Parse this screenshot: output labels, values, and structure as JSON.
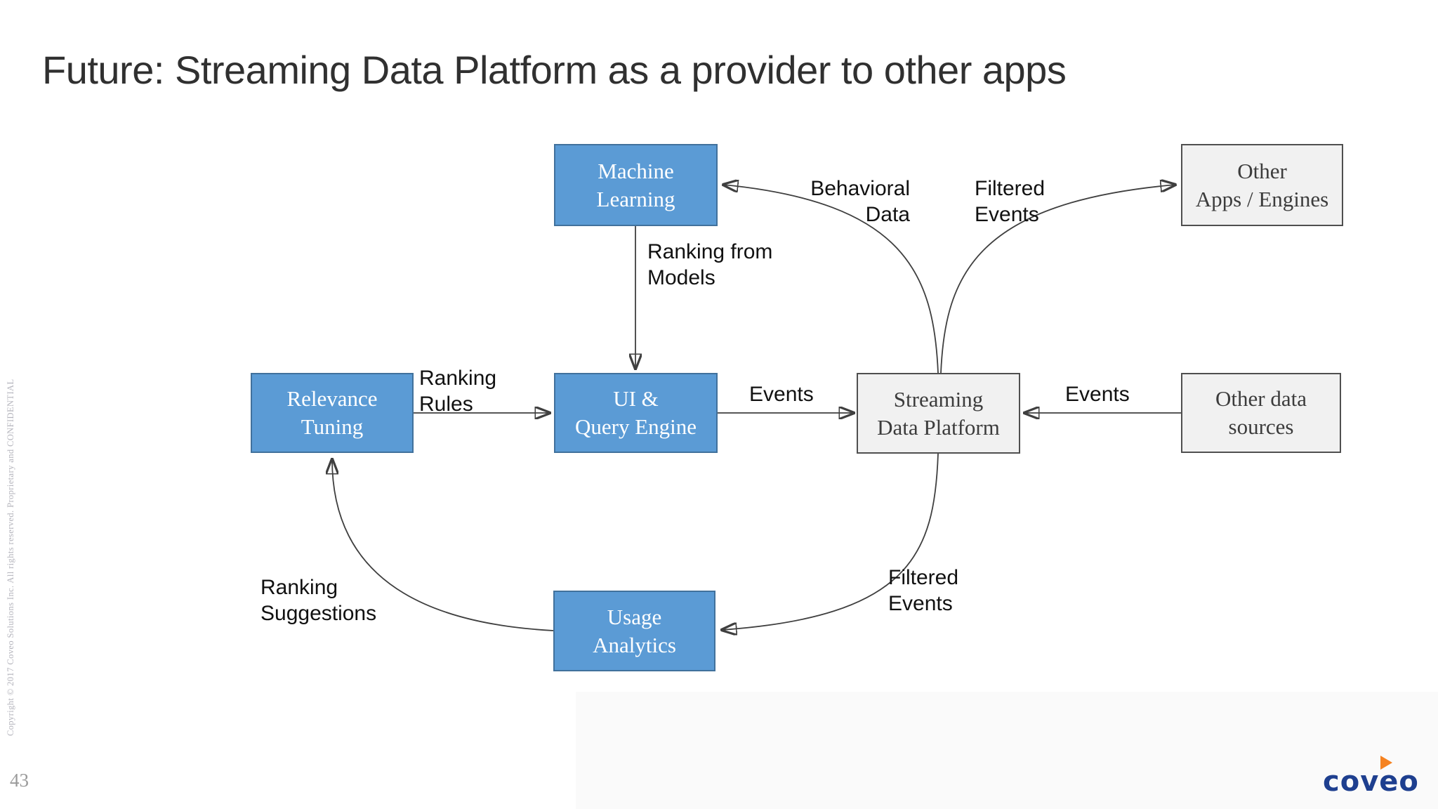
{
  "slide": {
    "title": "Future: Streaming Data Platform as a provider to other apps",
    "page_number": "43",
    "copyright": "Copyright © 2017 Coveo Solutions Inc.  All rights reserved. Proprietary and CONFIDENTIAL",
    "logo_text": "coveo"
  },
  "colors": {
    "node_blue_fill": "#5B9BD5",
    "node_blue_border": "#41719C",
    "node_gray_fill": "#F1F1F1",
    "node_gray_border": "#4f4f4f",
    "arrow": "#3f3f3f",
    "label_text": "#111111",
    "title_text": "#303030",
    "logo_blue": "#1E3F8F",
    "logo_orange": "#F58220"
  },
  "diagram": {
    "nodes": [
      {
        "id": "machine-learning",
        "label": "Machine\nLearning",
        "style": "blue"
      },
      {
        "id": "other-apps-engines",
        "label": "Other\nApps / Engines",
        "style": "gray"
      },
      {
        "id": "relevance-tuning",
        "label": "Relevance\nTuning",
        "style": "blue"
      },
      {
        "id": "ui-query-engine",
        "label": "UI &\nQuery Engine",
        "style": "blue"
      },
      {
        "id": "streaming-data-platform",
        "label": "Streaming\nData Platform",
        "style": "gray"
      },
      {
        "id": "other-data-sources",
        "label": "Other data\nsources",
        "style": "gray"
      },
      {
        "id": "usage-analytics",
        "label": "Usage\nAnalytics",
        "style": "blue"
      }
    ],
    "edges": [
      {
        "id": "behavioral-data",
        "from": "streaming-data-platform",
        "to": "machine-learning",
        "text": "Behavioral\nData"
      },
      {
        "id": "filtered-events-top",
        "from": "streaming-data-platform",
        "to": "other-apps-engines",
        "text": "Filtered\nEvents"
      },
      {
        "id": "ranking-from-models",
        "from": "machine-learning",
        "to": "ui-query-engine",
        "text": "Ranking from\nModels"
      },
      {
        "id": "ranking-rules",
        "from": "relevance-tuning",
        "to": "ui-query-engine",
        "text": "Ranking\nRules"
      },
      {
        "id": "events-left",
        "from": "ui-query-engine",
        "to": "streaming-data-platform",
        "text": "Events"
      },
      {
        "id": "events-right",
        "from": "other-data-sources",
        "to": "streaming-data-platform",
        "text": "Events"
      },
      {
        "id": "filtered-events-bottom",
        "from": "streaming-data-platform",
        "to": "usage-analytics",
        "text": "Filtered\nEvents"
      },
      {
        "id": "ranking-suggestions",
        "from": "usage-analytics",
        "to": "relevance-tuning",
        "text": "Ranking\nSuggestions"
      }
    ]
  }
}
